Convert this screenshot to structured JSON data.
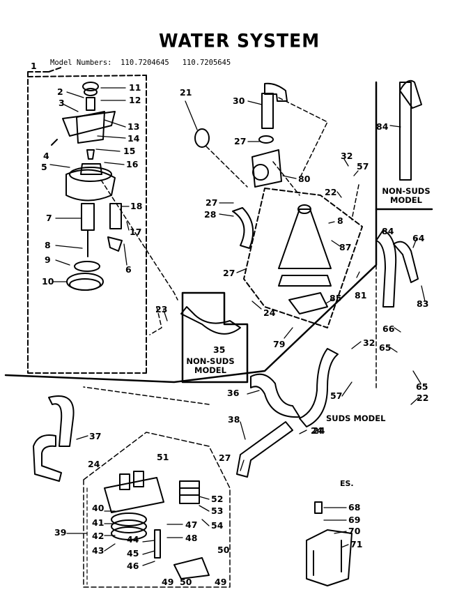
{
  "title": "WATER SYSTEM",
  "model_label": "Model Numbers:",
  "model_numbers": [
    "110.7204645",
    "110.7205645"
  ],
  "section_labels": {
    "non_suds_upper": [
      "NON-SUDS",
      "MODEL"
    ],
    "non_suds_lower": [
      "NON-SUDS",
      "MODEL"
    ],
    "suds": "SUDS MODEL",
    "es": "ES."
  },
  "callouts": [
    "1",
    "2",
    "3",
    "11",
    "12",
    "13",
    "14",
    "4",
    "15",
    "5",
    "16",
    "7",
    "18",
    "17",
    "6",
    "8",
    "9",
    "10",
    "21",
    "30",
    "27",
    "80",
    "27",
    "28",
    "27",
    "24",
    "23",
    "35",
    "36",
    "38",
    "24",
    "27",
    "37",
    "24",
    "84",
    "32",
    "57",
    "22",
    "8",
    "87",
    "81",
    "85",
    "79",
    "84",
    "64",
    "83",
    "66",
    "32",
    "65",
    "65",
    "22",
    "57",
    "24",
    "39",
    "40",
    "41",
    "42",
    "43",
    "44",
    "45",
    "46",
    "47",
    "48",
    "49",
    "50",
    "49",
    "51",
    "52",
    "53",
    "54",
    "50",
    "68",
    "69",
    "70",
    "71"
  ]
}
